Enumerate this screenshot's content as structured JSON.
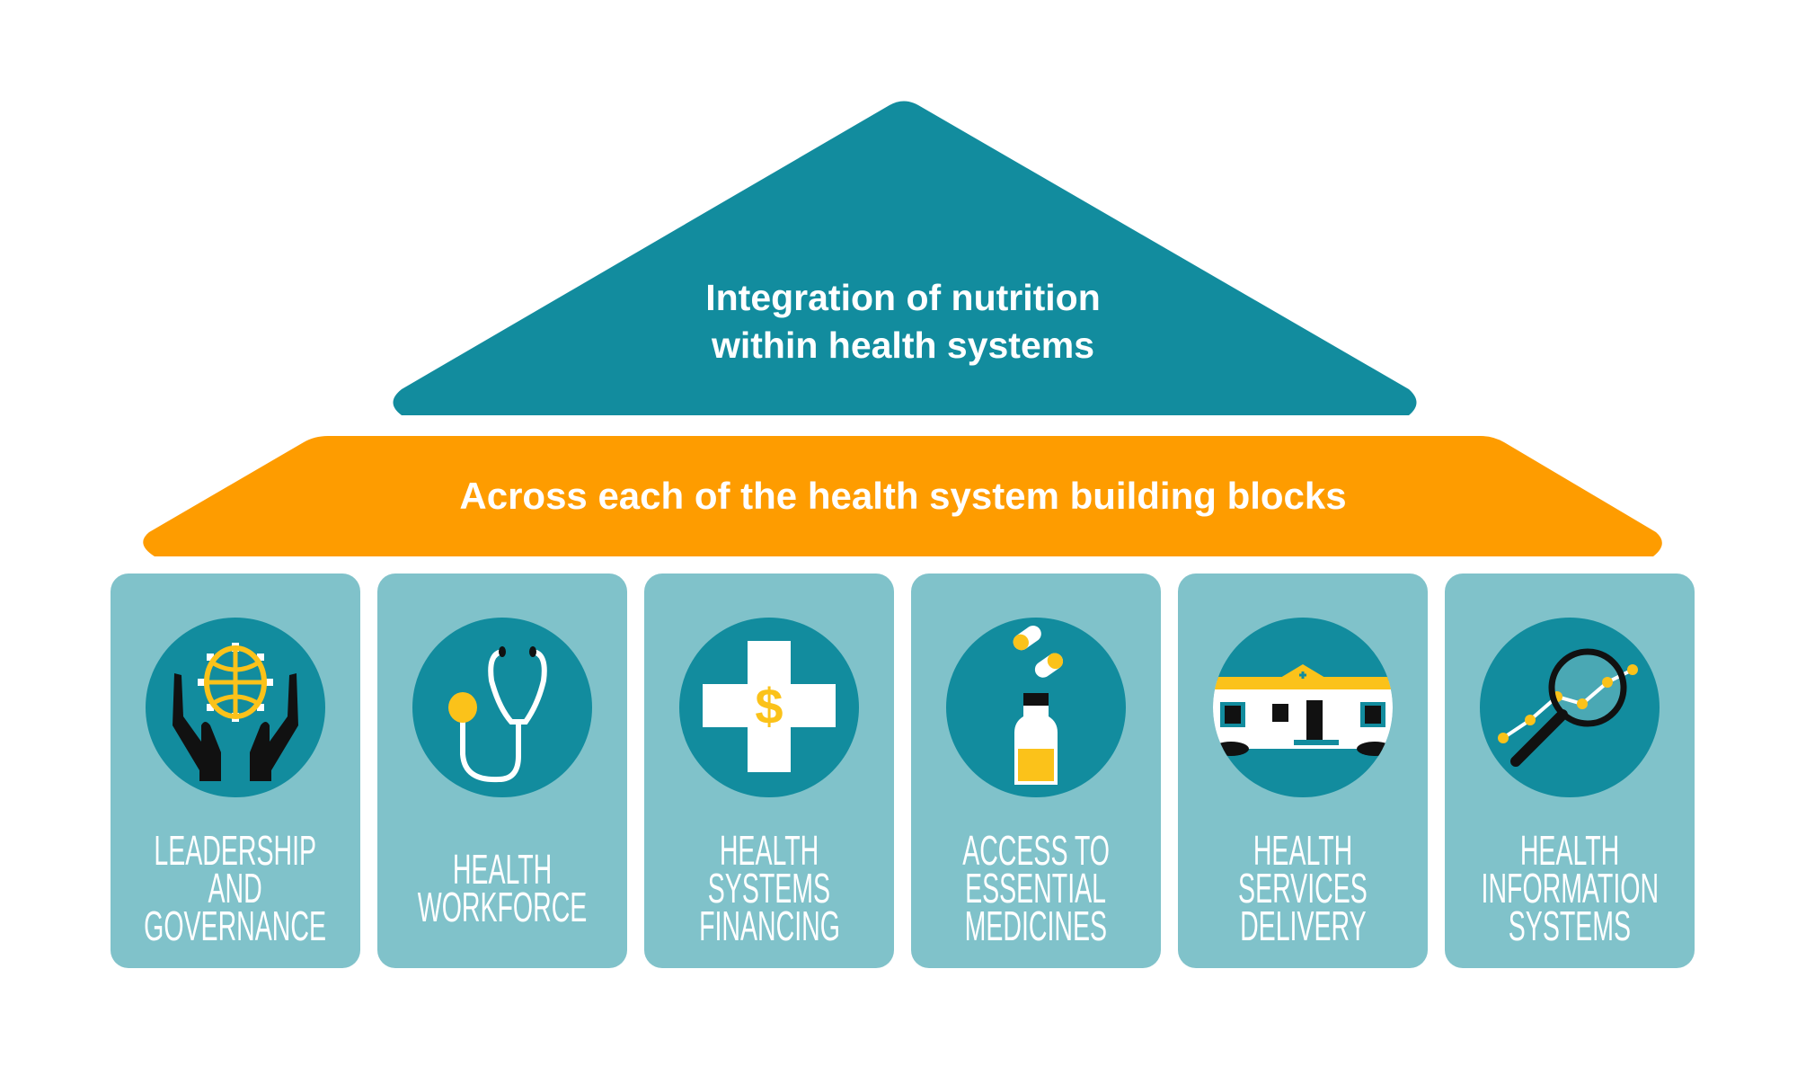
{
  "roof": {
    "line1": "Integration of nutrition",
    "line2": "within health systems"
  },
  "band": {
    "text": "Across each of the health system building blocks"
  },
  "colors": {
    "roof": "#128c9e",
    "band": "#fe9c00",
    "card": "#80c2ca",
    "circle": "#128c9e",
    "accent": "#fbc21a"
  },
  "blocks": [
    {
      "icon": "hands-globe-icon",
      "lines": [
        "LEADERSHIP",
        "AND",
        "GOVERNANCE"
      ]
    },
    {
      "icon": "stethoscope-icon",
      "lines": [
        "HEALTH",
        "WORKFORCE"
      ]
    },
    {
      "icon": "medical-cross-dollar-icon",
      "lines": [
        "HEALTH",
        "SYSTEMS",
        "FINANCING"
      ]
    },
    {
      "icon": "pills-bottle-icon",
      "lines": [
        "ACCESS TO",
        "ESSENTIAL",
        "MEDICINES"
      ]
    },
    {
      "icon": "clinic-building-icon",
      "lines": [
        "HEALTH",
        "SERVICES",
        "DELIVERY"
      ]
    },
    {
      "icon": "magnifier-chart-icon",
      "lines": [
        "HEALTH",
        "INFORMATION",
        "SYSTEMS"
      ]
    }
  ]
}
